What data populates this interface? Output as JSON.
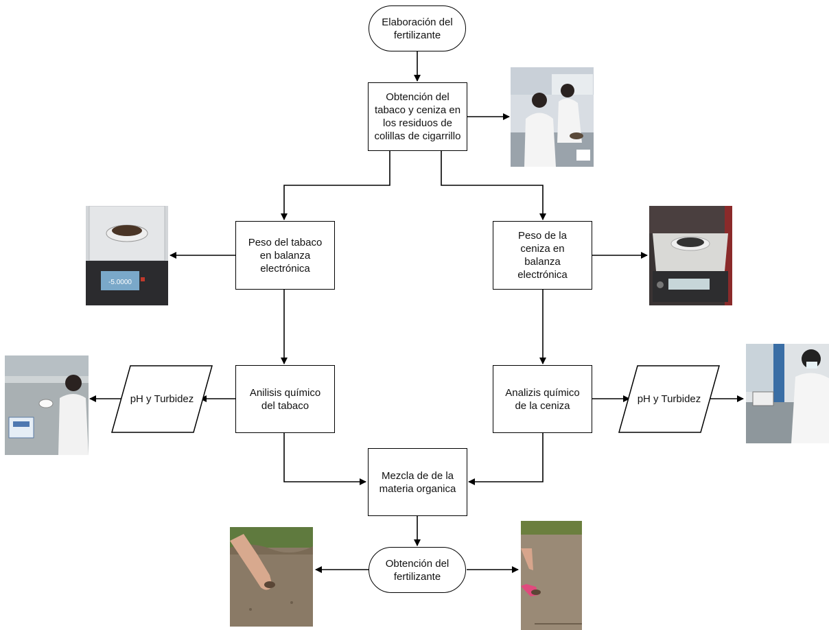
{
  "diagram": {
    "start": "Elaboración del fertilizante",
    "obtain_tobacco_ash": "Obtención del tabaco y ceniza en los residuos de colillas de cigarrillo",
    "weigh_tobacco": "Peso del tabaco en balanza electrónica",
    "weigh_ash": "Peso de la ceniza en balanza electrónica",
    "analysis_tobacco": "Anilisis químico del tabaco",
    "analysis_ash": "Analizis químico de la ceniza",
    "ph_left": "pH y Turbidez",
    "ph_right": "pH y Turbidez",
    "mix": "Mezcla de de la materia organica",
    "end": "Obtención del fertilizante"
  },
  "photos": {
    "balance_left_readout": "-5.0000"
  },
  "colors": {
    "line": "#000000",
    "box_border": "#000000",
    "lab_coat": "#f2f2f2",
    "soil": "#8a7a66"
  }
}
